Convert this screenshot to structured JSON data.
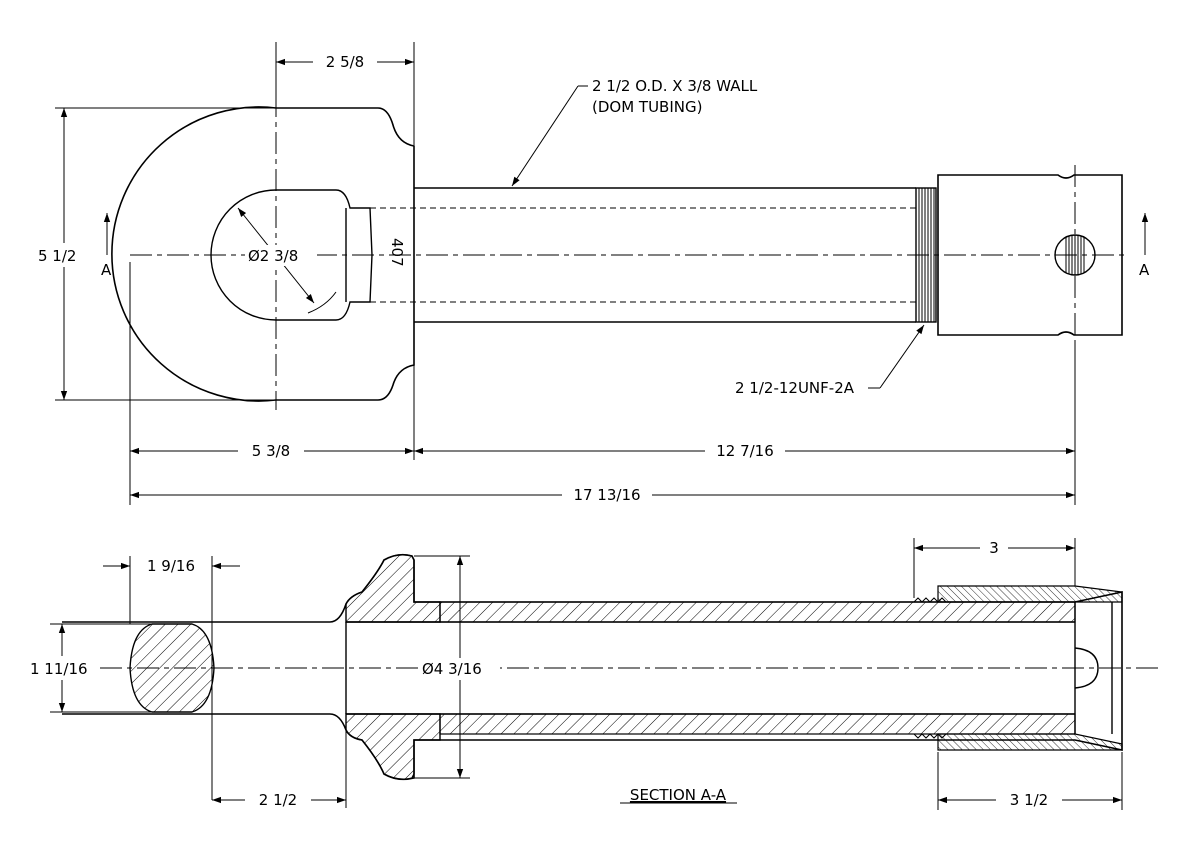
{
  "dimensions": {
    "eye_offset": "2 5/8",
    "height": "5 1/2",
    "hole_diameter": "Ø2 3/8",
    "eye_length": "5 3/8",
    "tube_length": "12 7/16",
    "overall_length": "17 13/16",
    "bar_width": "1 9/16",
    "bar_height": "1 11/16",
    "section_diameter": "Ø4 3/16",
    "collar_length": "3",
    "socket_length": "3 1/2",
    "eye_gap": "2 1/2"
  },
  "notes": {
    "tubing_line1": "2 1/2 O.D. X 3/8 WALL",
    "tubing_line2": "(DOM TUBING)",
    "thread": "2 1/2-12UNF-2A",
    "weld_symbol": "407"
  },
  "section": {
    "marker_left": "A",
    "marker_right": "A",
    "title": "SECTION A-A"
  }
}
